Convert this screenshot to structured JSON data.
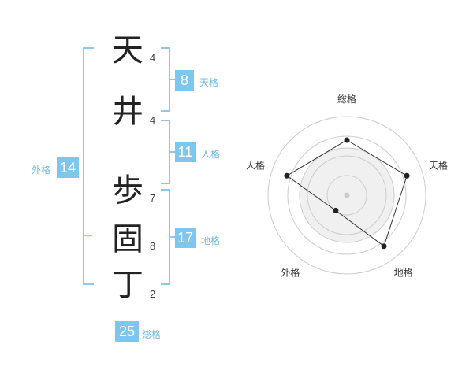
{
  "name_chars": [
    {
      "char": "天",
      "strokes": "4"
    },
    {
      "char": "井",
      "strokes": "4"
    },
    {
      "char": "歩",
      "strokes": "7"
    },
    {
      "char": "固",
      "strokes": "8"
    },
    {
      "char": "丁",
      "strokes": "2"
    }
  ],
  "fortunes": {
    "tenkaku": {
      "value": "8",
      "label": "天格"
    },
    "jinkaku": {
      "value": "11",
      "label": "人格"
    },
    "chikaku": {
      "value": "17",
      "label": "地格"
    },
    "gaikaku": {
      "value": "14",
      "label": "外格"
    },
    "soukaku": {
      "value": "25",
      "label": "総格"
    }
  },
  "chart_data": {
    "type": "radar",
    "axes": [
      "総格",
      "天格",
      "地格",
      "外格",
      "人格"
    ],
    "values": [
      0.7,
      0.8,
      0.8,
      0.24,
      0.8
    ],
    "rings": 4,
    "grid_color": "#cccccc",
    "fill_color": "#f0f0f0",
    "line_color": "#333333"
  }
}
